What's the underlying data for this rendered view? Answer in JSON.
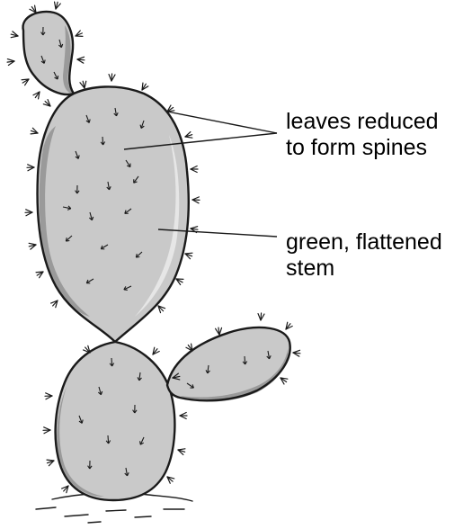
{
  "labels": {
    "spines": {
      "line1": "leaves reduced",
      "line2": "to form spines"
    },
    "stem": {
      "line1": "green, flattened",
      "line2": "stem"
    }
  },
  "colors": {
    "pad_fill": "#c9c9c9",
    "pad_shadow": "#9a9a9a",
    "pad_highlight": "#e6e6e6",
    "outline": "#1a1a1a",
    "text": "#000000"
  },
  "icons": {
    "plant": "prickly-pear-cactus-icon"
  }
}
